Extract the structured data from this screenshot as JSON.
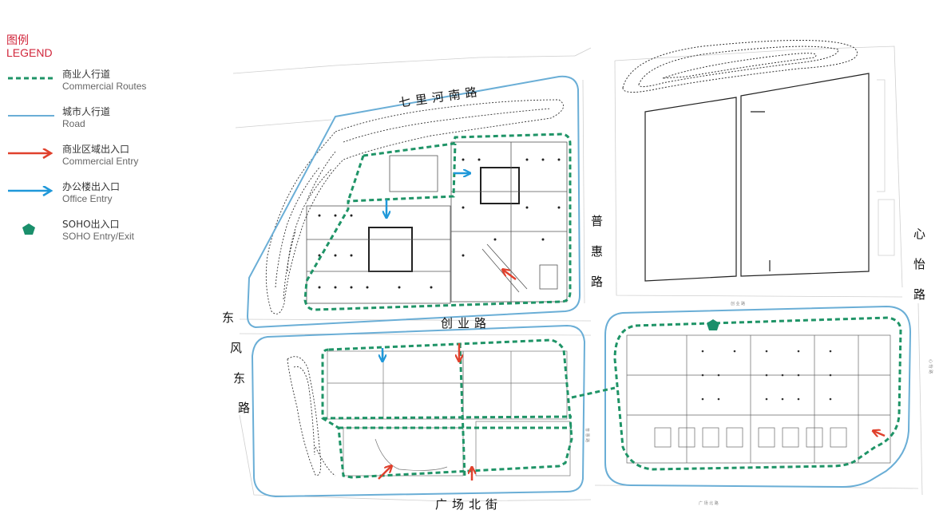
{
  "legend": {
    "title_cn": "图例",
    "title_en": "LEGEND",
    "items": [
      {
        "cn": "商业人行道",
        "en": "Commercial Routes",
        "symbol": "dashed-green-line"
      },
      {
        "cn": "城市人行道",
        "en": "Road",
        "symbol": "solid-blue-line"
      },
      {
        "cn": "商业区域出入口",
        "en": "Commercial Entry",
        "symbol": "red-arrow-icon"
      },
      {
        "cn": "办公楼出入口",
        "en": "Office Entry",
        "symbol": "blue-arrow-icon"
      },
      {
        "cn": "SOHO出入口",
        "en": "SOHO Entry/Exit",
        "symbol": "green-pentagon-icon"
      }
    ]
  },
  "roads": {
    "north": "七里河南路",
    "east_inner": "普惠路",
    "east_outer": "心怡路",
    "west": "东风东路",
    "middle": "创业路",
    "south": "广场北街"
  },
  "faint_labels": {
    "middle_small": "创 业 路",
    "south_small": "广 场 北 路",
    "east_small": "心 怡 路",
    "inner_small": "普 惠 路"
  },
  "colors": {
    "commercial_route": "#1f9467",
    "road": "#6aaed6",
    "commercial_entry": "#e0412d",
    "office_entry": "#1f98d9",
    "soho_entry": "#1a8f6b",
    "legend_title": "#d1263b"
  }
}
